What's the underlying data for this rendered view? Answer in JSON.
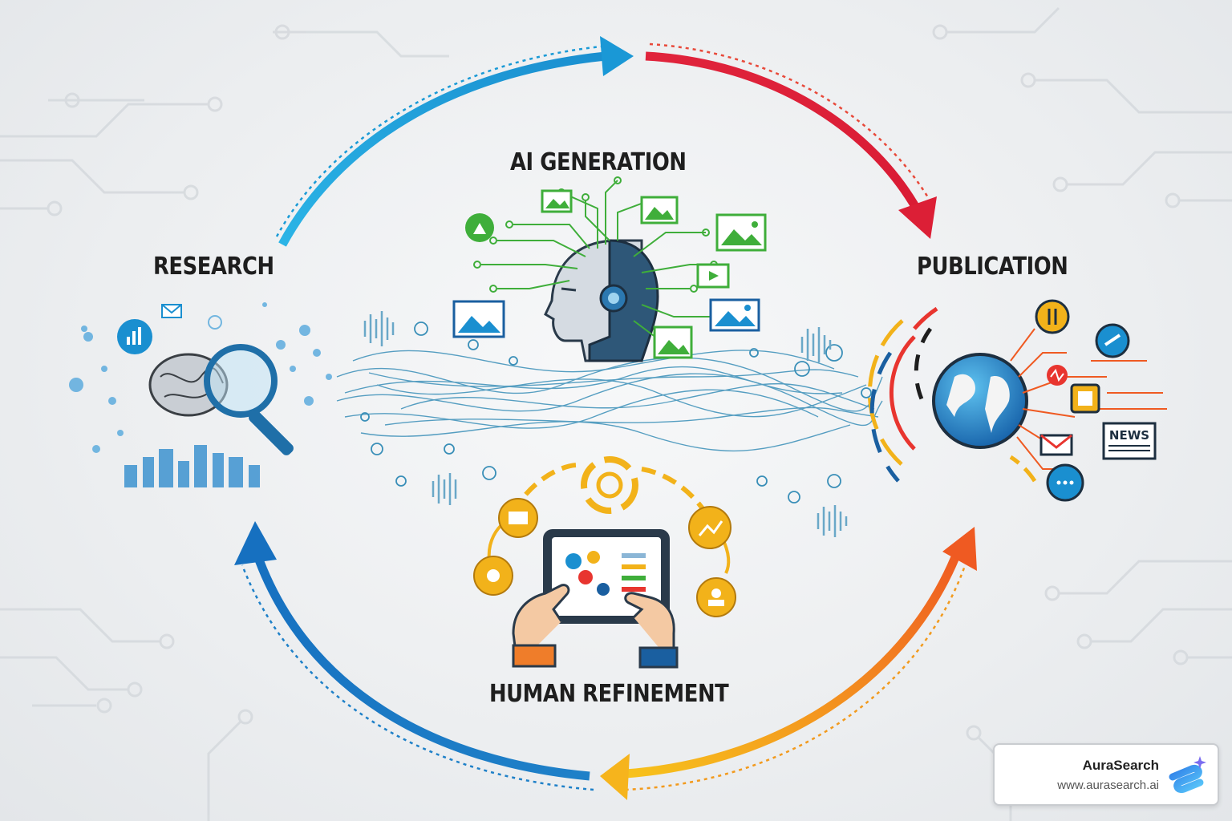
{
  "diagram": {
    "stages": {
      "research": "RESEARCH",
      "ai_generation": "AI GENERATION",
      "publication": "PUBLICATION",
      "human_refinement": "HUMAN REFINEMENT"
    },
    "publication_icon_text": "NEWS"
  },
  "branding": {
    "name": "AuraSearch",
    "url": "www.aurasearch.ai"
  },
  "colors": {
    "arrow_top_left": "#1a9ad6",
    "arrow_top_right": "#e21f3a",
    "arrow_bottom_right": "#f28c1a",
    "arrow_bottom_left": "#1677c4",
    "ai_green": "#3fae3a",
    "human_yellow": "#f2b21a"
  }
}
